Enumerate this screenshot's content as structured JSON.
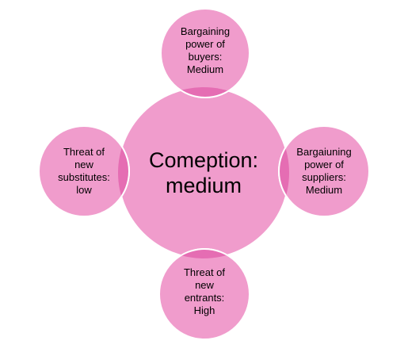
{
  "colors": {
    "circle_fill": "#F09CCC",
    "circle_stroke": "#FFFFFF",
    "overlap_fill": "#E56DB3",
    "text": "#000000"
  },
  "diagram": {
    "center": {
      "text": "Comeption:\nmedium"
    },
    "top": {
      "text": "Bargaining\npower of\nbuyers:\nMedium"
    },
    "right": {
      "text": "Bargaiuning\npower of\nsuppliers:\nMedium"
    },
    "bottom": {
      "text": "Threat of\nnew\nentrants:\nHigh"
    },
    "left": {
      "text": "Threat of\nnew\nsubstitutes:\nlow"
    }
  }
}
